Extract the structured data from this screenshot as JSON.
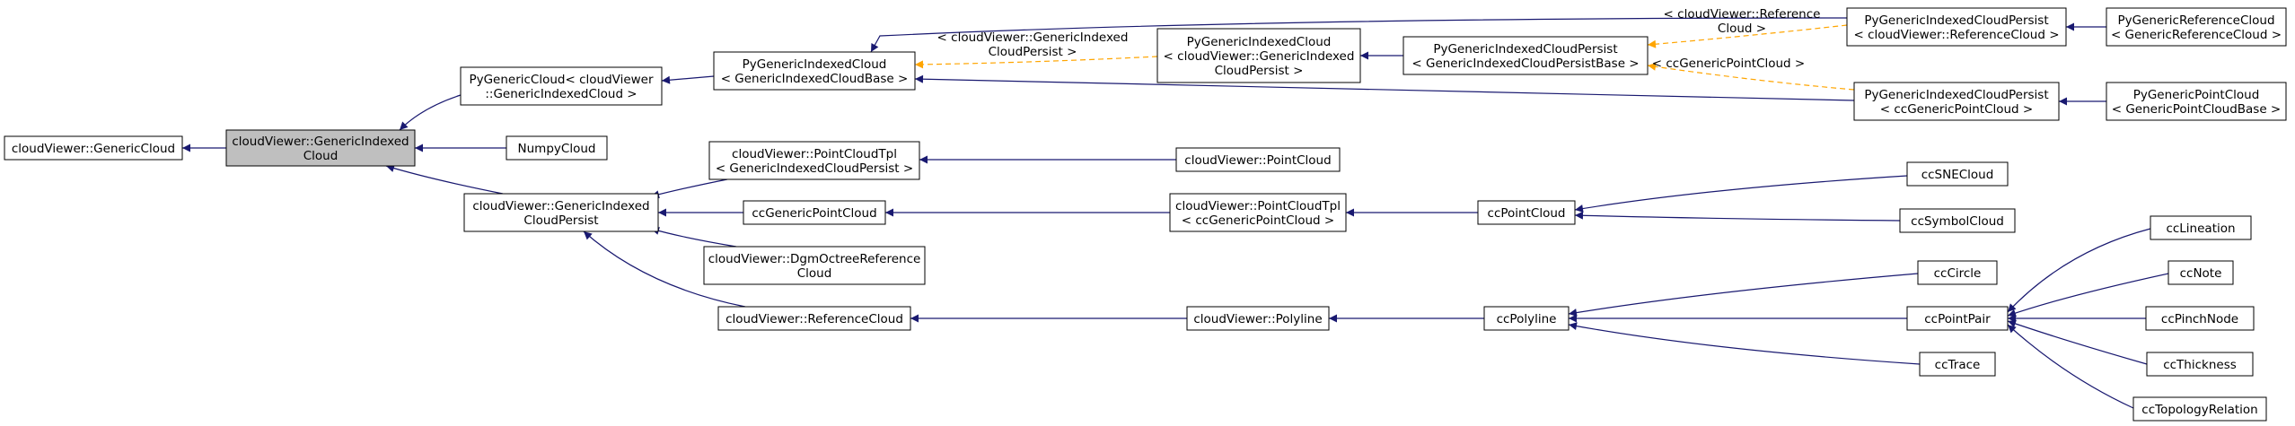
{
  "nodes": {
    "generic_cloud": [
      "cloudViewer::GenericCloud"
    ],
    "generic_indexed_cloud": [
      "cloudViewer::GenericIndexed",
      "Cloud"
    ],
    "py_generic_cloud": [
      "PyGenericCloud< cloudViewer",
      "::GenericIndexedCloud >"
    ],
    "numpy_cloud": [
      "NumpyCloud"
    ],
    "generic_indexed_cloud_persist": [
      "cloudViewer::GenericIndexed",
      "CloudPersist"
    ],
    "py_generic_indexed_cloud_base": [
      "PyGenericIndexedCloud",
      "< GenericIndexedCloudBase >"
    ],
    "py_generic_indexed_cloud_gic": [
      "PyGenericIndexedCloud",
      "< cloudViewer::GenericIndexed",
      "CloudPersist >"
    ],
    "py_gicp_base": [
      "PyGenericIndexedCloudPersist",
      "< GenericIndexedCloudPersistBase >"
    ],
    "py_gicp_refcloud": [
      "PyGenericIndexedCloudPersist",
      "< cloudViewer::ReferenceCloud >"
    ],
    "py_gicp_gpc": [
      "PyGenericIndexedCloudPersist",
      "< ccGenericPointCloud >"
    ],
    "py_reference_cloud": [
      "PyGenericReferenceCloud",
      "< GenericReferenceCloud >"
    ],
    "py_point_cloud": [
      "PyGenericPointCloud",
      "< GenericPointCloudBase >"
    ],
    "point_cloud_tpl_gicp": [
      "cloudViewer::PointCloudTpl",
      "< GenericIndexedCloudPersist >"
    ],
    "cv_point_cloud": [
      "cloudViewer::PointCloud"
    ],
    "cc_generic_point_cloud": [
      "ccGenericPointCloud"
    ],
    "point_cloud_tpl_gpc": [
      "cloudViewer::PointCloudTpl",
      "< ccGenericPointCloud >"
    ],
    "cc_point_cloud": [
      "ccPointCloud"
    ],
    "cc_sne_cloud": [
      "ccSNECloud"
    ],
    "cc_symbol_cloud": [
      "ccSymbolCloud"
    ],
    "dgm_octree_reference_cloud": [
      "cloudViewer::DgmOctreeReference",
      "Cloud"
    ],
    "reference_cloud": [
      "cloudViewer::ReferenceCloud"
    ],
    "polyline": [
      "cloudViewer::Polyline"
    ],
    "cc_polyline": [
      "ccPolyline"
    ],
    "cc_circle": [
      "ccCircle"
    ],
    "cc_point_pair": [
      "ccPointPair"
    ],
    "cc_trace": [
      "ccTrace"
    ],
    "cc_lineation": [
      "ccLineation"
    ],
    "cc_note": [
      "ccNote"
    ],
    "cc_pinch_node": [
      "ccPinchNode"
    ],
    "cc_thickness": [
      "ccThickness"
    ],
    "cc_topology_relation": [
      "ccTopologyRelation"
    ]
  },
  "edge_labels": {
    "gic_persist": [
      "< cloudViewer::GenericIndexed",
      "CloudPersist >"
    ],
    "reference_cloud": [
      "< cloudViewer::Reference",
      "Cloud >"
    ],
    "generic_point_cloud": [
      "< ccGenericPointCloud >"
    ]
  },
  "colors": {
    "inheritance_edge": "#191970",
    "template_edge": "#ffa500",
    "current_node_fill": "#bfbfbf",
    "node_fill": "#ffffff"
  }
}
